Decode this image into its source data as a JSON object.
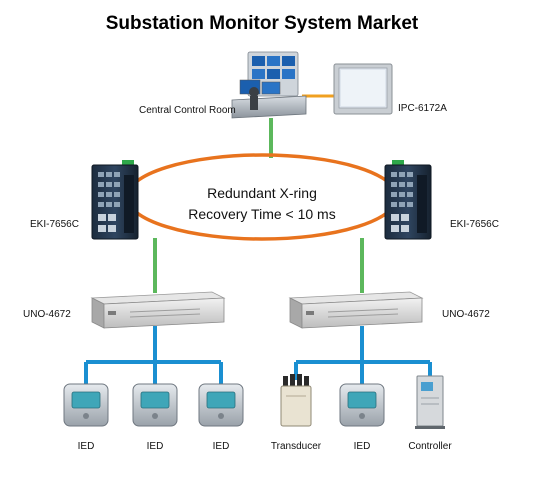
{
  "title": "Substation Monitor System Market",
  "nodes": {
    "control_room": "Central Control Room",
    "ipc": "IPC-6172A",
    "switch_left": "EKI-7656C",
    "switch_right": "EKI-7656C",
    "uno_left": "UNO-4672",
    "uno_right": "UNO-4672",
    "ied1": "IED",
    "ied2": "IED",
    "ied3": "IED",
    "transducer": "Transducer",
    "ied4": "IED",
    "controller": "Controller"
  },
  "ring": {
    "line1": "Redundant X-ring",
    "line2": "Recovery Time < 10 ms"
  },
  "colors": {
    "ring": "#e8731e",
    "uplink": "#5cb85c",
    "fieldbus": "#1a8fd1",
    "ipc_link": "#f0a020"
  },
  "icons": {
    "control_room": "control-console-icon",
    "ipc": "panel-pc-icon",
    "switch": "industrial-switch-icon",
    "uno": "rack-computer-icon",
    "ied": "ied-device-icon",
    "transducer": "transducer-icon",
    "controller": "controller-cabinet-icon"
  }
}
